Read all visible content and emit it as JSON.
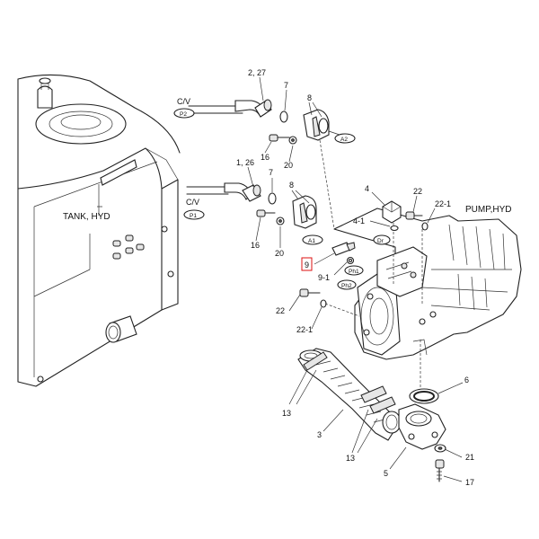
{
  "diagram": {
    "names": {
      "tank": "TANK, HYD",
      "pump": "PUMP,HYD"
    },
    "valves": {
      "cv1": "C/V",
      "cv2": "C/V"
    },
    "tags": {
      "p2": "P2",
      "p1": "P1",
      "a2": "A2",
      "a1": "A1",
      "dr": "Dr",
      "ph1": "Ph1",
      "ph2": "Ph2"
    },
    "parts": {
      "p_2_27": "2, 27",
      "p_1_26": "1, 26",
      "p_7a": "7",
      "p_7b": "7",
      "p_8a": "8",
      "p_8b": "8",
      "p_16a": "16",
      "p_16b": "16",
      "p_20a": "20",
      "p_20b": "20",
      "p_4": "4",
      "p_4_1": "4-1",
      "p_22a": "22",
      "p_22_1a": "22-1",
      "p_22b": "22",
      "p_22_1b": "22-1",
      "p_9": "9",
      "p_9_1": "9-1",
      "p_6": "6",
      "p_13a": "13",
      "p_13b": "13",
      "p_3": "3",
      "p_5": "5",
      "p_21": "21",
      "p_17": "17"
    },
    "selected_part": "9",
    "colors": {
      "line": "#222222",
      "highlight": "#dd1111",
      "background": "#ffffff"
    }
  }
}
